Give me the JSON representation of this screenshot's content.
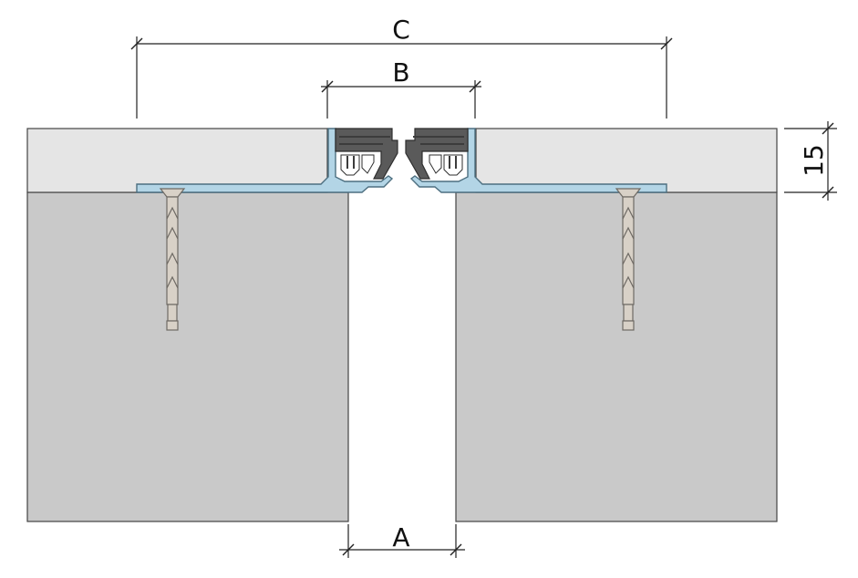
{
  "diagram": {
    "labels": {
      "c": "C",
      "b": "B",
      "a": "A",
      "thickness": "15"
    },
    "colors": {
      "background": "#ffffff",
      "substrate": "#c9c9c9",
      "floor_finish": "#e5e5e5",
      "profile_base": "#b3d5e6",
      "profile_outline": "#4d6f80",
      "insert": "#5a5a5a",
      "insert_grip": "#3c3c3c",
      "anchor": "#d8d1c7",
      "anchor_outline": "#6e6a64",
      "dimension_line": "#222222"
    }
  }
}
